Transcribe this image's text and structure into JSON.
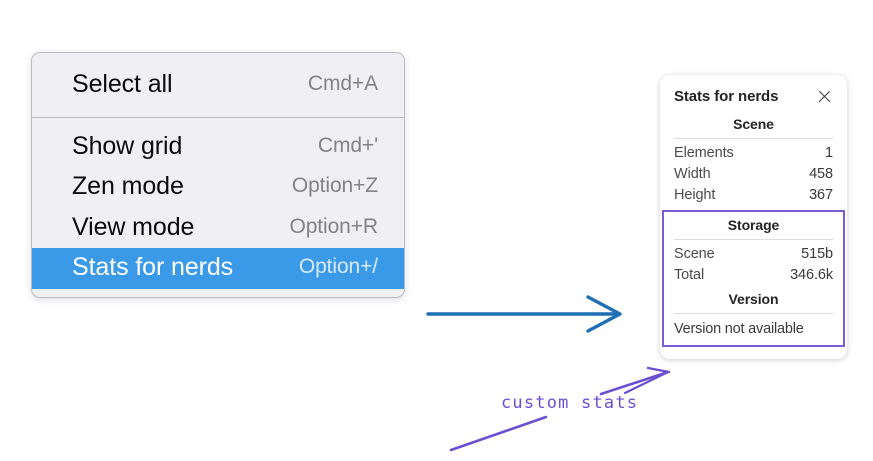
{
  "context_menu": {
    "groups": [
      {
        "items": [
          {
            "label": "Select all",
            "shortcut": "Cmd+A",
            "selected": false
          }
        ]
      },
      {
        "items": [
          {
            "label": "Show grid",
            "shortcut": "Cmd+'",
            "selected": false
          },
          {
            "label": "Zen mode",
            "shortcut": "Option+Z",
            "selected": false
          },
          {
            "label": "View mode",
            "shortcut": "Option+R",
            "selected": false
          },
          {
            "label": "Stats for nerds",
            "shortcut": "Option+/",
            "selected": true
          }
        ]
      }
    ]
  },
  "stats_panel": {
    "title": "Stats for nerds",
    "close_icon": "close-icon",
    "scene": {
      "heading": "Scene",
      "rows": [
        {
          "key": "Elements",
          "value": "1"
        },
        {
          "key": "Width",
          "value": "458"
        },
        {
          "key": "Height",
          "value": "367"
        }
      ]
    },
    "storage": {
      "heading": "Storage",
      "rows": [
        {
          "key": "Scene",
          "value": "515b"
        },
        {
          "key": "Total",
          "value": "346.6k"
        }
      ]
    },
    "version": {
      "heading": "Version",
      "text": "Version not available"
    }
  },
  "annotations": {
    "custom_stats_label": "custom stats",
    "blue_arrow": "arrow-menu-to-panel",
    "purple_arrow": "arrow-label-to-custom-box",
    "purple_underline": "underline-stroke"
  },
  "colors": {
    "menu_background": "#f0f0f2",
    "menu_border": "#b9bdc6",
    "menu_highlight": "#3b9ae8",
    "menu_shortcut_text": "#828288",
    "panel_background": "#ffffff",
    "custom_box_border": "#7c5bd4",
    "annotation_purple": "#6b4fd0",
    "arrow_blue": "#1f6fb5"
  }
}
